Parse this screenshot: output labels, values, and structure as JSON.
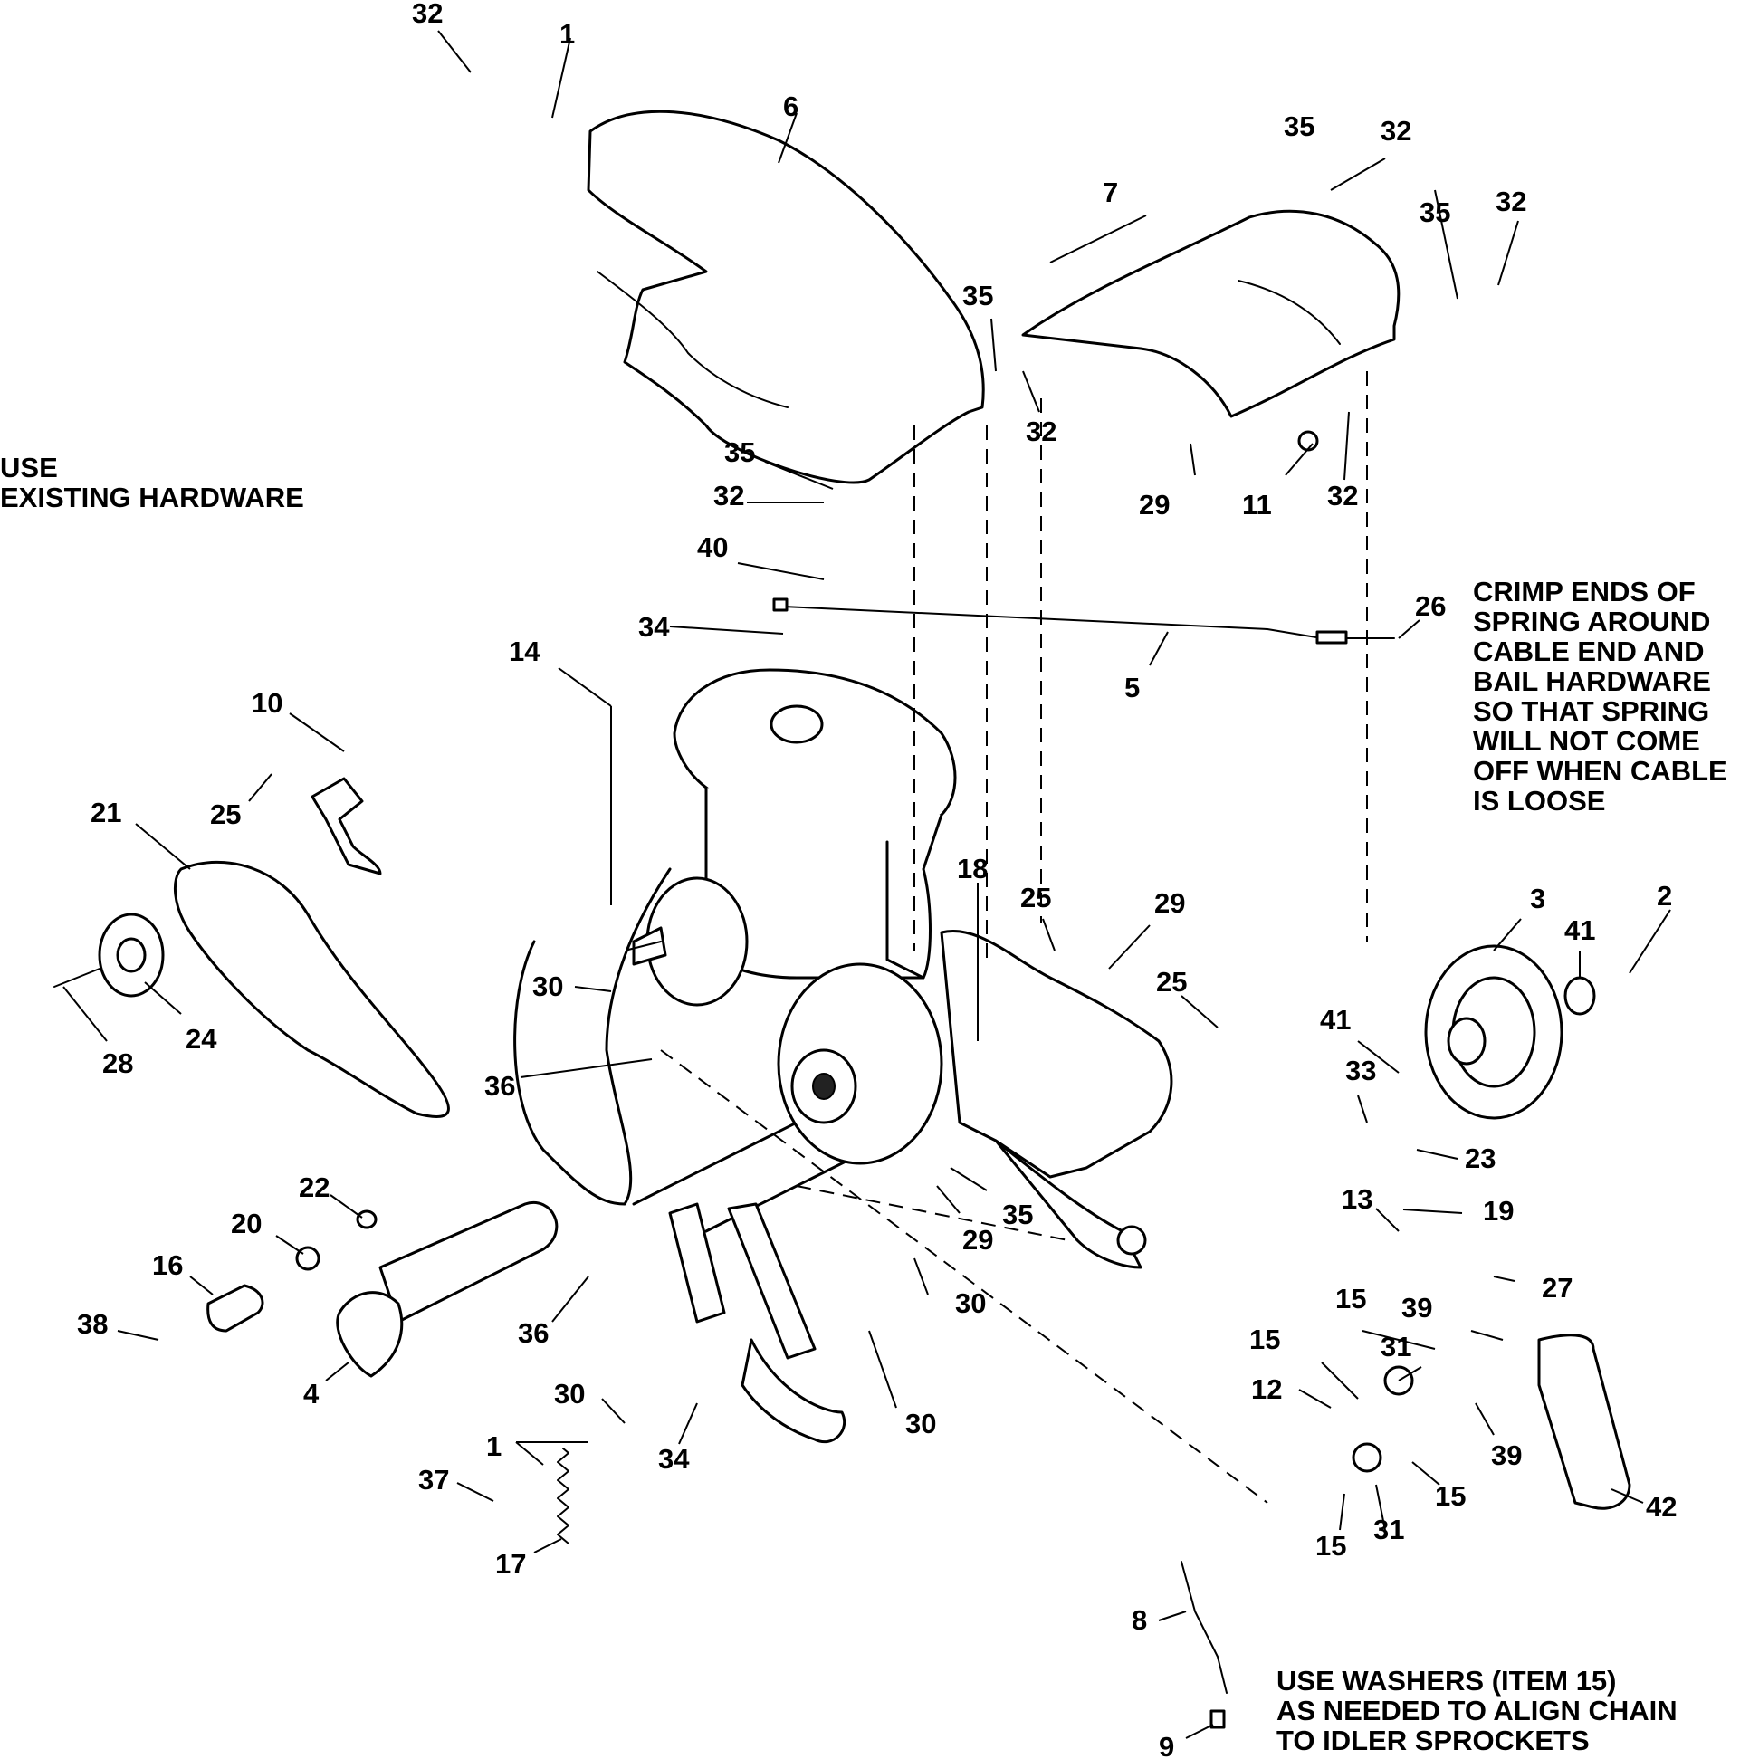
{
  "notes": {
    "use_existing_hardware": [
      "USE",
      "EXISTING HARDWARE"
    ],
    "crimp_ends": [
      "CRIMP ENDS OF",
      "SPRING AROUND",
      "CABLE END AND",
      "BAIL HARDWARE",
      "SO THAT SPRING",
      "WILL NOT COME",
      "OFF WHEN CABLE",
      "IS LOOSE"
    ],
    "use_washers": [
      "USE WASHERS (ITEM 15)",
      "AS NEEDED TO ALIGN CHAIN",
      "TO IDLER SPROCKETS"
    ]
  },
  "callouts": [
    "32",
    "1",
    "6",
    "35",
    "32",
    "7",
    "35",
    "32",
    "35",
    "32",
    "35",
    "32",
    "29",
    "11",
    "32",
    "40",
    "34",
    "26",
    "5",
    "14",
    "10",
    "25",
    "21",
    "18",
    "25",
    "29",
    "3",
    "2",
    "41",
    "30",
    "25",
    "24",
    "28",
    "41",
    "33",
    "36",
    "23",
    "22",
    "20",
    "29",
    "35",
    "13",
    "19",
    "16",
    "38",
    "36",
    "30",
    "27",
    "4",
    "15",
    "39",
    "15",
    "31",
    "30",
    "12",
    "30",
    "34",
    "39",
    "1",
    "37",
    "15",
    "17",
    "15",
    "31",
    "42",
    "8",
    "9"
  ]
}
